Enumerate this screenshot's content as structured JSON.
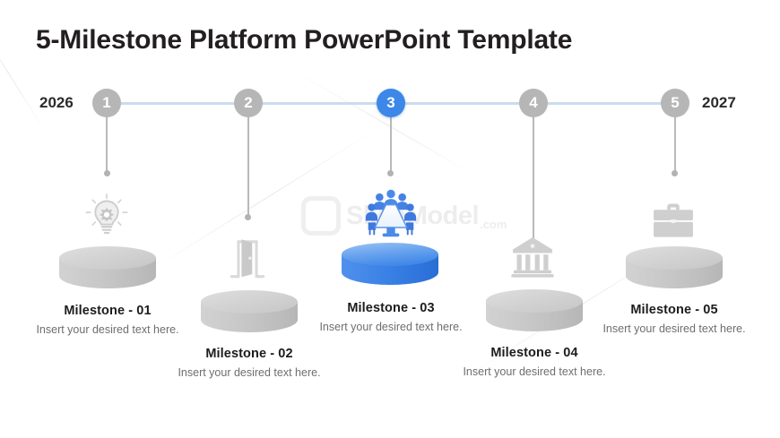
{
  "slide": {
    "title": "5-Milestone Platform PowerPoint Template",
    "start_year": "2026",
    "end_year": "2027",
    "accent_color": "#3d87e8",
    "line_color": "#c8dcf0",
    "inactive_node_color": "#b6b6b6"
  },
  "watermark": {
    "brand": "SlideModel",
    "suffix": ".com",
    "logo_icon": "rounded-square-logo-icon"
  },
  "milestones": [
    {
      "number": "1",
      "title": "Milestone - 01",
      "description": "Insert your desired text here.",
      "icon": "lightbulb-gear-icon",
      "active": false,
      "cylinder_color": "#c9c9c9"
    },
    {
      "number": "2",
      "title": "Milestone - 02",
      "description": "Insert your desired text here.",
      "icon": "open-door-icon",
      "active": false,
      "cylinder_color": "#c9c9c9"
    },
    {
      "number": "3",
      "title": "Milestone - 03",
      "description": "Insert your desired text here.",
      "icon": "conference-meeting-icon",
      "active": true,
      "cylinder_color": "#3d87e8"
    },
    {
      "number": "4",
      "title": "Milestone - 04",
      "description": "Insert your desired text here.",
      "icon": "bank-building-icon",
      "active": false,
      "cylinder_color": "#c9c9c9"
    },
    {
      "number": "5",
      "title": "Milestone - 05",
      "description": "Insert your desired text here.",
      "icon": "briefcase-icon",
      "active": false,
      "cylinder_color": "#c9c9c9"
    }
  ]
}
